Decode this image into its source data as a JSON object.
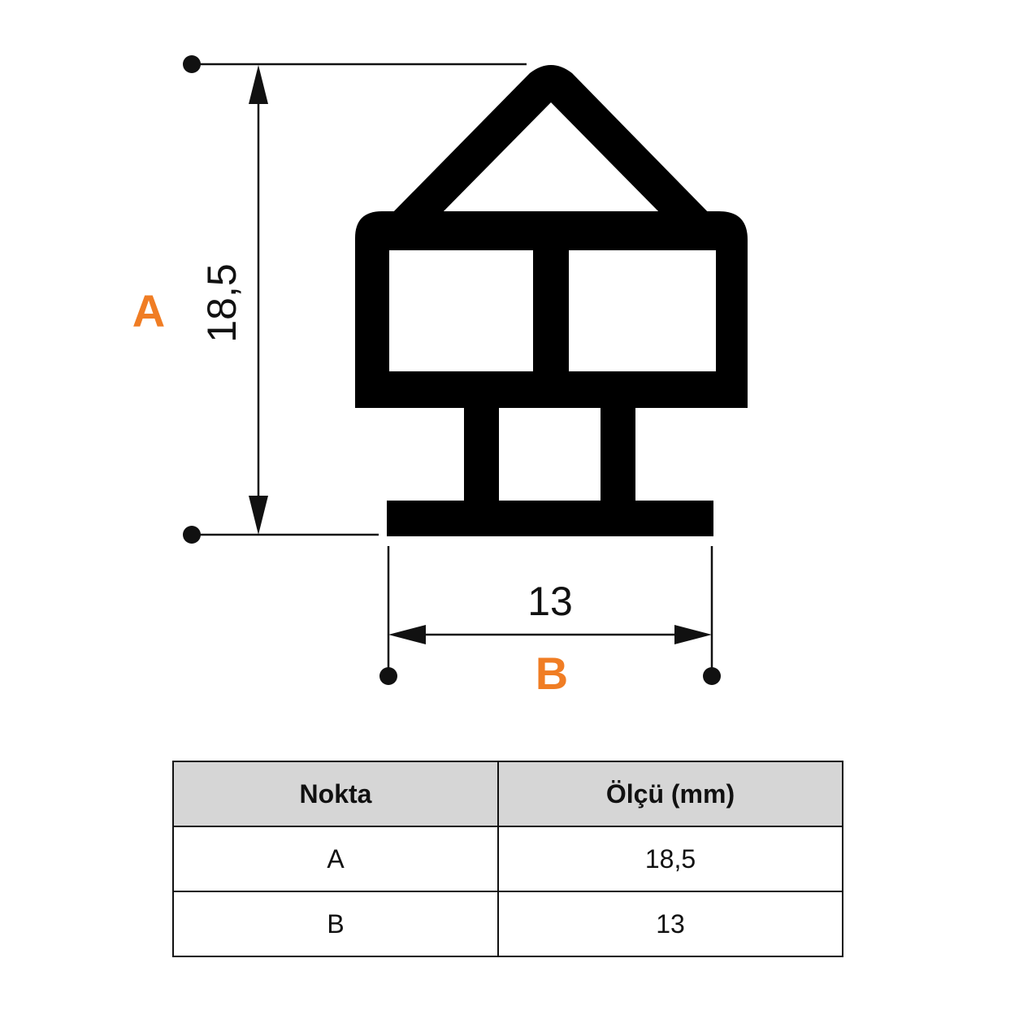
{
  "drawing": {
    "dimension_a_value": "18,5",
    "dimension_b_value": "13",
    "point_a_label": "A",
    "point_b_label": "B",
    "accent_color": "#f07d24",
    "profile_color": "#000000"
  },
  "table": {
    "headers": [
      "Nokta",
      "Ölçü (mm)"
    ],
    "rows": [
      [
        "A",
        "18,5"
      ],
      [
        "B",
        "13"
      ]
    ],
    "header_background": "#d6d6d6"
  }
}
